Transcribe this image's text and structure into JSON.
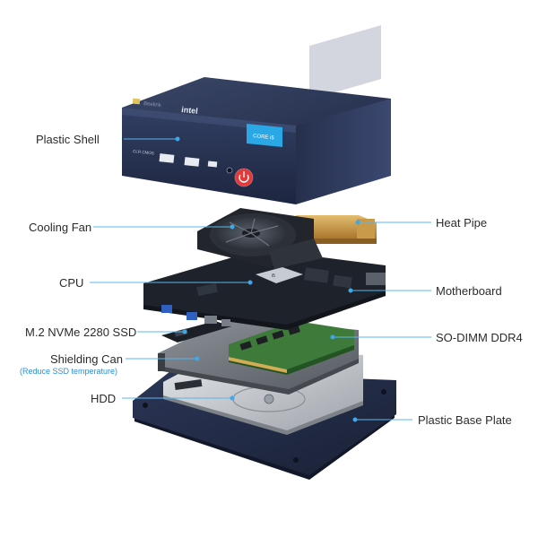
{
  "brand": {
    "logo_text": "Beelink",
    "chip_logo": "intel",
    "badge_text": "CORE i5"
  },
  "front_panel": {
    "clr_cmos": "CLR CMOS"
  },
  "cpu_chip_text": "i5",
  "labels": {
    "plastic_shell": "Plastic Shell",
    "cooling_fan": "Cooling Fan",
    "cpu": "CPU",
    "ssd": "M.2 NVMe 2280 SSD",
    "shielding_can": "Shielding Can",
    "shielding_can_note": "(Reduce SSD temperature)",
    "hdd": "HDD",
    "heat_pipe": "Heat Pipe",
    "motherboard": "Motherboard",
    "sodimm": "SO-DIMM DDR4",
    "base_plate": "Plastic Base Plate"
  },
  "colors": {
    "leader": "#5bb6ee",
    "shell": "#2e3b5c",
    "board": "#1e232b",
    "ram_green": "#3e7a3a",
    "copper": "#c99a4a",
    "power": "#e23a3a"
  }
}
